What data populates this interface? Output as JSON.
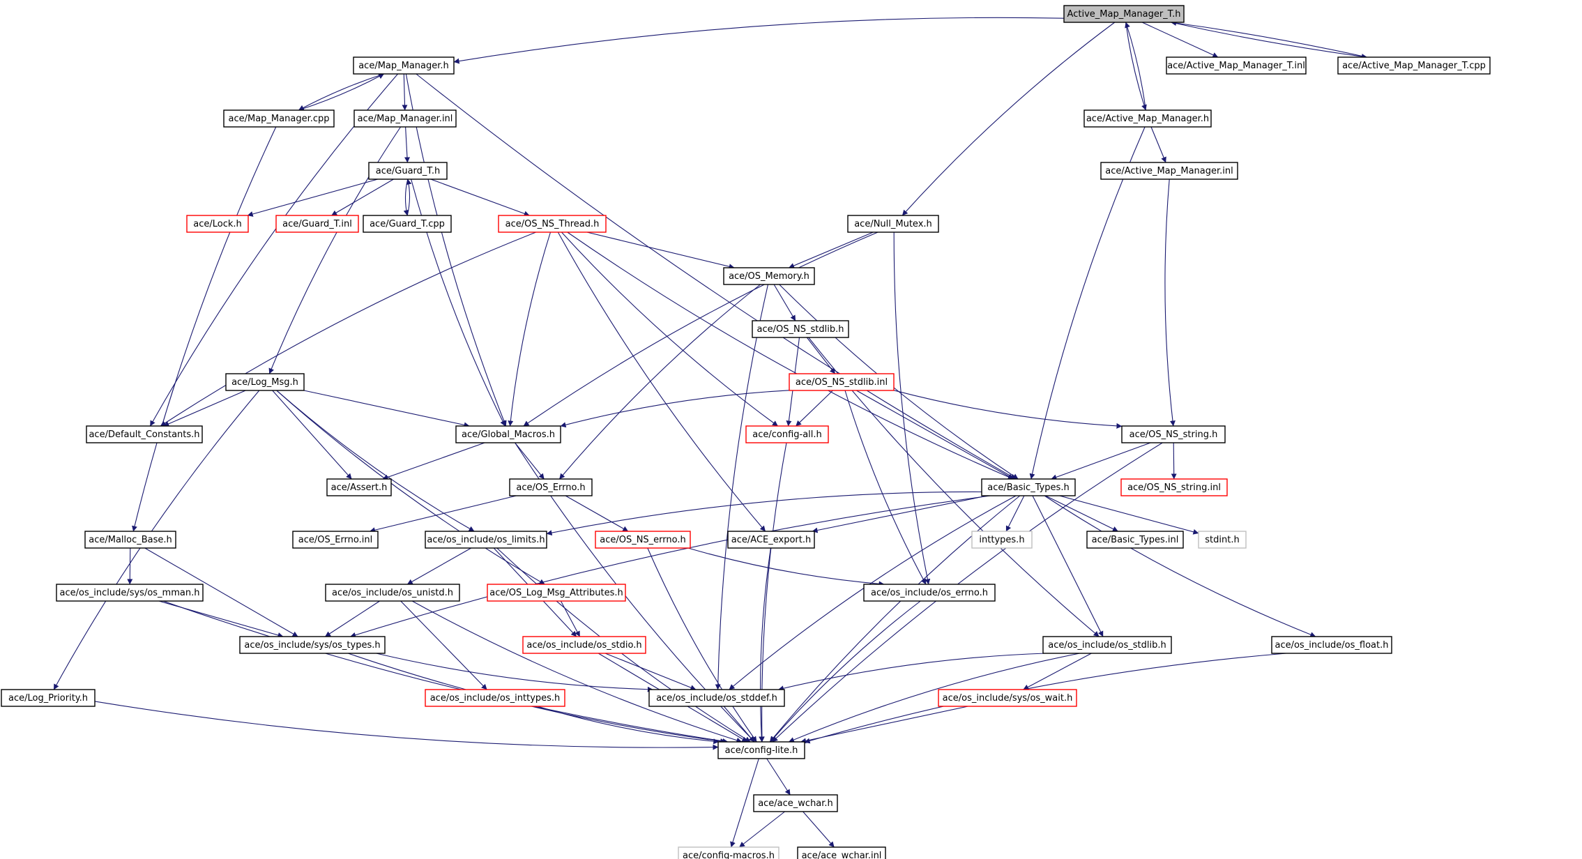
{
  "colors": {
    "edge": "#191970",
    "node_border_normal": "#000000",
    "node_border_truncated": "#ff0000",
    "node_border_external": "#bfbfbf",
    "root_fill": "#bfbfbf"
  },
  "nodes": [
    {
      "id": "root",
      "label": "Active_Map_Manager_T.h",
      "kind": "root"
    },
    {
      "id": "map_manager_h",
      "label": "ace/Map_Manager.h",
      "kind": "normal"
    },
    {
      "id": "amm_t_inl",
      "label": "ace/Active_Map_Manager_T.inl",
      "kind": "normal"
    },
    {
      "id": "amm_t_cpp",
      "label": "ace/Active_Map_Manager_T.cpp",
      "kind": "normal"
    },
    {
      "id": "map_manager_cpp",
      "label": "ace/Map_Manager.cpp",
      "kind": "normal"
    },
    {
      "id": "map_manager_inl",
      "label": "ace/Map_Manager.inl",
      "kind": "normal"
    },
    {
      "id": "amm_h",
      "label": "ace/Active_Map_Manager.h",
      "kind": "normal"
    },
    {
      "id": "guard_t_h",
      "label": "ace/Guard_T.h",
      "kind": "normal"
    },
    {
      "id": "amm_inl",
      "label": "ace/Active_Map_Manager.inl",
      "kind": "normal"
    },
    {
      "id": "lock_h",
      "label": "ace/Lock.h",
      "kind": "truncated"
    },
    {
      "id": "guard_t_inl",
      "label": "ace/Guard_T.inl",
      "kind": "truncated"
    },
    {
      "id": "guard_t_cpp",
      "label": "ace/Guard_T.cpp",
      "kind": "normal"
    },
    {
      "id": "os_ns_thread_h",
      "label": "ace/OS_NS_Thread.h",
      "kind": "truncated"
    },
    {
      "id": "null_mutex_h",
      "label": "ace/Null_Mutex.h",
      "kind": "normal"
    },
    {
      "id": "os_memory_h",
      "label": "ace/OS_Memory.h",
      "kind": "normal"
    },
    {
      "id": "os_ns_stdlib_h",
      "label": "ace/OS_NS_stdlib.h",
      "kind": "normal"
    },
    {
      "id": "log_msg_h",
      "label": "ace/Log_Msg.h",
      "kind": "normal"
    },
    {
      "id": "os_ns_stdlib_inl",
      "label": "ace/OS_NS_stdlib.inl",
      "kind": "truncated"
    },
    {
      "id": "default_constants_h",
      "label": "ace/Default_Constants.h",
      "kind": "normal"
    },
    {
      "id": "global_macros_h",
      "label": "ace/Global_Macros.h",
      "kind": "normal"
    },
    {
      "id": "config_all_h",
      "label": "ace/config-all.h",
      "kind": "truncated"
    },
    {
      "id": "os_ns_string_h",
      "label": "ace/OS_NS_string.h",
      "kind": "normal"
    },
    {
      "id": "assert_h",
      "label": "ace/Assert.h",
      "kind": "normal"
    },
    {
      "id": "os_errno_h",
      "label": "ace/OS_Errno.h",
      "kind": "normal"
    },
    {
      "id": "basic_types_h",
      "label": "ace/Basic_Types.h",
      "kind": "normal"
    },
    {
      "id": "os_ns_string_inl",
      "label": "ace/OS_NS_string.inl",
      "kind": "truncated"
    },
    {
      "id": "malloc_base_h",
      "label": "ace/Malloc_Base.h",
      "kind": "normal"
    },
    {
      "id": "os_errno_inl",
      "label": "ace/OS_Errno.inl",
      "kind": "normal"
    },
    {
      "id": "os_limits_h",
      "label": "ace/os_include/os_limits.h",
      "kind": "normal"
    },
    {
      "id": "os_ns_errno_h",
      "label": "ace/OS_NS_errno.h",
      "kind": "truncated"
    },
    {
      "id": "ace_export_h",
      "label": "ace/ACE_export.h",
      "kind": "normal"
    },
    {
      "id": "inttypes_h",
      "label": "inttypes.h",
      "kind": "external"
    },
    {
      "id": "basic_types_inl",
      "label": "ace/Basic_Types.inl",
      "kind": "normal"
    },
    {
      "id": "stdint_h",
      "label": "stdint.h",
      "kind": "external"
    },
    {
      "id": "sys_os_mman_h",
      "label": "ace/os_include/sys/os_mman.h",
      "kind": "normal"
    },
    {
      "id": "os_unistd_h",
      "label": "ace/os_include/os_unistd.h",
      "kind": "normal"
    },
    {
      "id": "log_msg_attr_h",
      "label": "ace/OS_Log_Msg_Attributes.h",
      "kind": "truncated"
    },
    {
      "id": "os_errno_inc_h",
      "label": "ace/os_include/os_errno.h",
      "kind": "normal"
    },
    {
      "id": "sys_os_types_h",
      "label": "ace/os_include/sys/os_types.h",
      "kind": "normal"
    },
    {
      "id": "os_stdio_h",
      "label": "ace/os_include/os_stdio.h",
      "kind": "truncated"
    },
    {
      "id": "os_stdlib_inc_h",
      "label": "ace/os_include/os_stdlib.h",
      "kind": "normal"
    },
    {
      "id": "os_float_h",
      "label": "ace/os_include/os_float.h",
      "kind": "normal"
    },
    {
      "id": "log_priority_h",
      "label": "ace/Log_Priority.h",
      "kind": "normal"
    },
    {
      "id": "os_inttypes_h",
      "label": "ace/os_include/os_inttypes.h",
      "kind": "truncated"
    },
    {
      "id": "os_stddef_h",
      "label": "ace/os_include/os_stddef.h",
      "kind": "normal"
    },
    {
      "id": "sys_os_wait_h",
      "label": "ace/os_include/sys/os_wait.h",
      "kind": "truncated"
    },
    {
      "id": "config_lite_h",
      "label": "ace/config-lite.h",
      "kind": "normal"
    },
    {
      "id": "ace_wchar_h",
      "label": "ace/ace_wchar.h",
      "kind": "normal"
    },
    {
      "id": "config_macros_h",
      "label": "ace/config-macros.h",
      "kind": "external"
    },
    {
      "id": "ace_wchar_inl",
      "label": "ace/ace_wchar.inl",
      "kind": "normal"
    }
  ],
  "edges": [
    [
      "root",
      "map_manager_h"
    ],
    [
      "root",
      "amm_t_inl"
    ],
    [
      "root",
      "amm_t_cpp"
    ],
    [
      "root",
      "amm_h"
    ],
    [
      "root",
      "null_mutex_h"
    ],
    [
      "amm_t_cpp",
      "root"
    ],
    [
      "amm_h",
      "root"
    ],
    [
      "map_manager_h",
      "map_manager_cpp"
    ],
    [
      "map_manager_h",
      "map_manager_inl"
    ],
    [
      "map_manager_h",
      "default_constants_h"
    ],
    [
      "map_manager_h",
      "global_macros_h"
    ],
    [
      "map_manager_h",
      "basic_types_h"
    ],
    [
      "map_manager_cpp",
      "map_manager_h"
    ],
    [
      "map_manager_cpp",
      "malloc_base_h"
    ],
    [
      "map_manager_inl",
      "guard_t_h"
    ],
    [
      "map_manager_inl",
      "log_msg_h"
    ],
    [
      "amm_h",
      "amm_inl"
    ],
    [
      "amm_h",
      "basic_types_h"
    ],
    [
      "amm_inl",
      "os_ns_string_h"
    ],
    [
      "guard_t_h",
      "lock_h"
    ],
    [
      "guard_t_h",
      "guard_t_inl"
    ],
    [
      "guard_t_h",
      "guard_t_cpp"
    ],
    [
      "guard_t_h",
      "os_ns_thread_h"
    ],
    [
      "guard_t_h",
      "global_macros_h"
    ],
    [
      "guard_t_cpp",
      "guard_t_h"
    ],
    [
      "os_ns_thread_h",
      "os_memory_h"
    ],
    [
      "os_ns_thread_h",
      "default_constants_h"
    ],
    [
      "os_ns_thread_h",
      "global_macros_h"
    ],
    [
      "os_ns_thread_h",
      "config_all_h"
    ],
    [
      "os_ns_thread_h",
      "basic_types_h"
    ],
    [
      "os_ns_thread_h",
      "ace_export_h"
    ],
    [
      "null_mutex_h",
      "os_memory_h"
    ],
    [
      "null_mutex_h",
      "global_macros_h"
    ],
    [
      "null_mutex_h",
      "os_errno_inc_h"
    ],
    [
      "os_memory_h",
      "os_ns_stdlib_h"
    ],
    [
      "os_memory_h",
      "os_errno_h"
    ],
    [
      "os_memory_h",
      "basic_types_h"
    ],
    [
      "os_memory_h",
      "os_stddef_h"
    ],
    [
      "os_ns_stdlib_h",
      "os_ns_stdlib_inl"
    ],
    [
      "os_ns_stdlib_h",
      "config_all_h"
    ],
    [
      "os_ns_stdlib_h",
      "os_stdlib_inc_h"
    ],
    [
      "os_ns_stdlib_inl",
      "config_all_h"
    ],
    [
      "os_ns_stdlib_inl",
      "global_macros_h"
    ],
    [
      "os_ns_stdlib_inl",
      "os_ns_string_h"
    ],
    [
      "os_ns_stdlib_inl",
      "basic_types_h"
    ],
    [
      "os_ns_stdlib_inl",
      "os_errno_inc_h"
    ],
    [
      "log_msg_h",
      "default_constants_h"
    ],
    [
      "log_msg_h",
      "global_macros_h"
    ],
    [
      "log_msg_h",
      "assert_h"
    ],
    [
      "log_msg_h",
      "os_limits_h"
    ],
    [
      "log_msg_h",
      "log_msg_attr_h"
    ],
    [
      "log_msg_h",
      "log_priority_h"
    ],
    [
      "global_macros_h",
      "assert_h"
    ],
    [
      "global_macros_h",
      "os_errno_h"
    ],
    [
      "global_macros_h",
      "config_lite_h"
    ],
    [
      "config_all_h",
      "config_lite_h"
    ],
    [
      "os_ns_string_h",
      "os_ns_string_inl"
    ],
    [
      "os_ns_string_h",
      "basic_types_h"
    ],
    [
      "os_ns_string_h",
      "config_lite_h"
    ],
    [
      "os_errno_h",
      "os_errno_inl"
    ],
    [
      "os_errno_h",
      "os_ns_errno_h"
    ],
    [
      "basic_types_h",
      "inttypes_h"
    ],
    [
      "basic_types_h",
      "basic_types_inl"
    ],
    [
      "basic_types_h",
      "stdint_h"
    ],
    [
      "basic_types_h",
      "os_limits_h"
    ],
    [
      "basic_types_h",
      "ace_export_h"
    ],
    [
      "basic_types_h",
      "sys_os_types_h"
    ],
    [
      "basic_types_h",
      "os_stdlib_inc_h"
    ],
    [
      "basic_types_h",
      "os_float_h"
    ],
    [
      "basic_types_h",
      "os_stddef_h"
    ],
    [
      "basic_types_h",
      "config_lite_h"
    ],
    [
      "malloc_base_h",
      "sys_os_mman_h"
    ],
    [
      "malloc_base_h",
      "sys_os_types_h"
    ],
    [
      "sys_os_mman_h",
      "sys_os_types_h"
    ],
    [
      "sys_os_mman_h",
      "config_lite_h"
    ],
    [
      "os_limits_h",
      "os_unistd_h"
    ],
    [
      "os_limits_h",
      "os_stdio_h"
    ],
    [
      "os_limits_h",
      "config_lite_h"
    ],
    [
      "os_ns_errno_h",
      "os_errno_inc_h"
    ],
    [
      "os_ns_errno_h",
      "config_lite_h"
    ],
    [
      "ace_export_h",
      "config_lite_h"
    ],
    [
      "os_unistd_h",
      "sys_os_types_h"
    ],
    [
      "os_unistd_h",
      "os_inttypes_h"
    ],
    [
      "os_unistd_h",
      "config_lite_h"
    ],
    [
      "log_msg_attr_h",
      "os_stdio_h"
    ],
    [
      "os_errno_inc_h",
      "config_lite_h"
    ],
    [
      "sys_os_types_h",
      "os_stddef_h"
    ],
    [
      "sys_os_types_h",
      "config_lite_h"
    ],
    [
      "os_stdio_h",
      "os_stddef_h"
    ],
    [
      "os_stdio_h",
      "config_lite_h"
    ],
    [
      "os_stdlib_inc_h",
      "os_stddef_h"
    ],
    [
      "os_stdlib_inc_h",
      "sys_os_wait_h"
    ],
    [
      "os_stdlib_inc_h",
      "config_lite_h"
    ],
    [
      "os_float_h",
      "config_lite_h"
    ],
    [
      "log_priority_h",
      "config_lite_h"
    ],
    [
      "os_inttypes_h",
      "config_lite_h"
    ],
    [
      "os_stddef_h",
      "config_lite_h"
    ],
    [
      "sys_os_wait_h",
      "config_lite_h"
    ],
    [
      "config_lite_h",
      "ace_wchar_h"
    ],
    [
      "config_lite_h",
      "config_macros_h"
    ],
    [
      "ace_wchar_h",
      "config_macros_h"
    ],
    [
      "ace_wchar_h",
      "ace_wchar_inl"
    ]
  ]
}
